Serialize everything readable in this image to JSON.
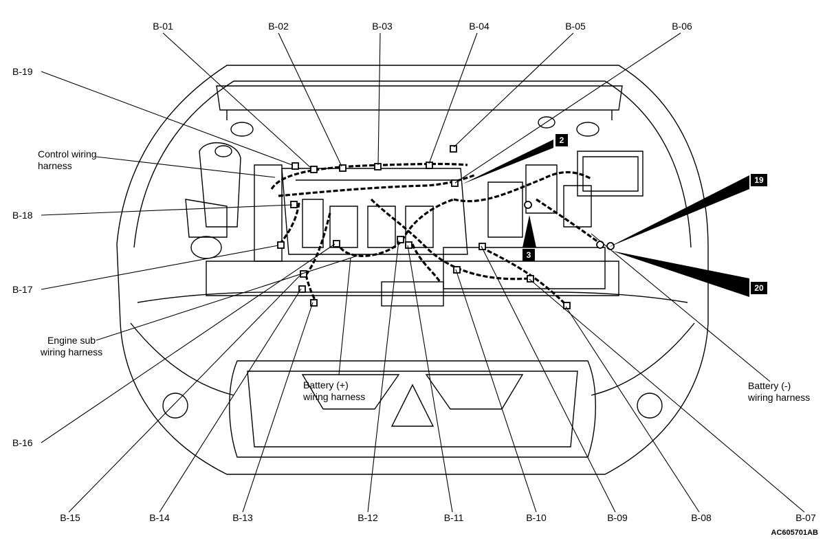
{
  "figure_code": "AC605701AB",
  "connectors_top": [
    "B-01",
    "B-02",
    "B-03",
    "B-04",
    "B-05",
    "B-06"
  ],
  "connectors_left": [
    "B-19",
    "B-18",
    "B-17",
    "B-16"
  ],
  "connectors_bottom": [
    "B-15",
    "B-14",
    "B-13",
    "B-12",
    "B-11",
    "B-10",
    "B-09",
    "B-08",
    "B-07"
  ],
  "harness_labels": {
    "control": "Control wiring\nharness",
    "engine_sub": "Engine sub\nwiring harness",
    "battery_pos": "Battery (+)\nwiring harness",
    "battery_neg": "Battery (-)\nwiring harness"
  },
  "view_markers": [
    "2",
    "3",
    "19",
    "20"
  ]
}
